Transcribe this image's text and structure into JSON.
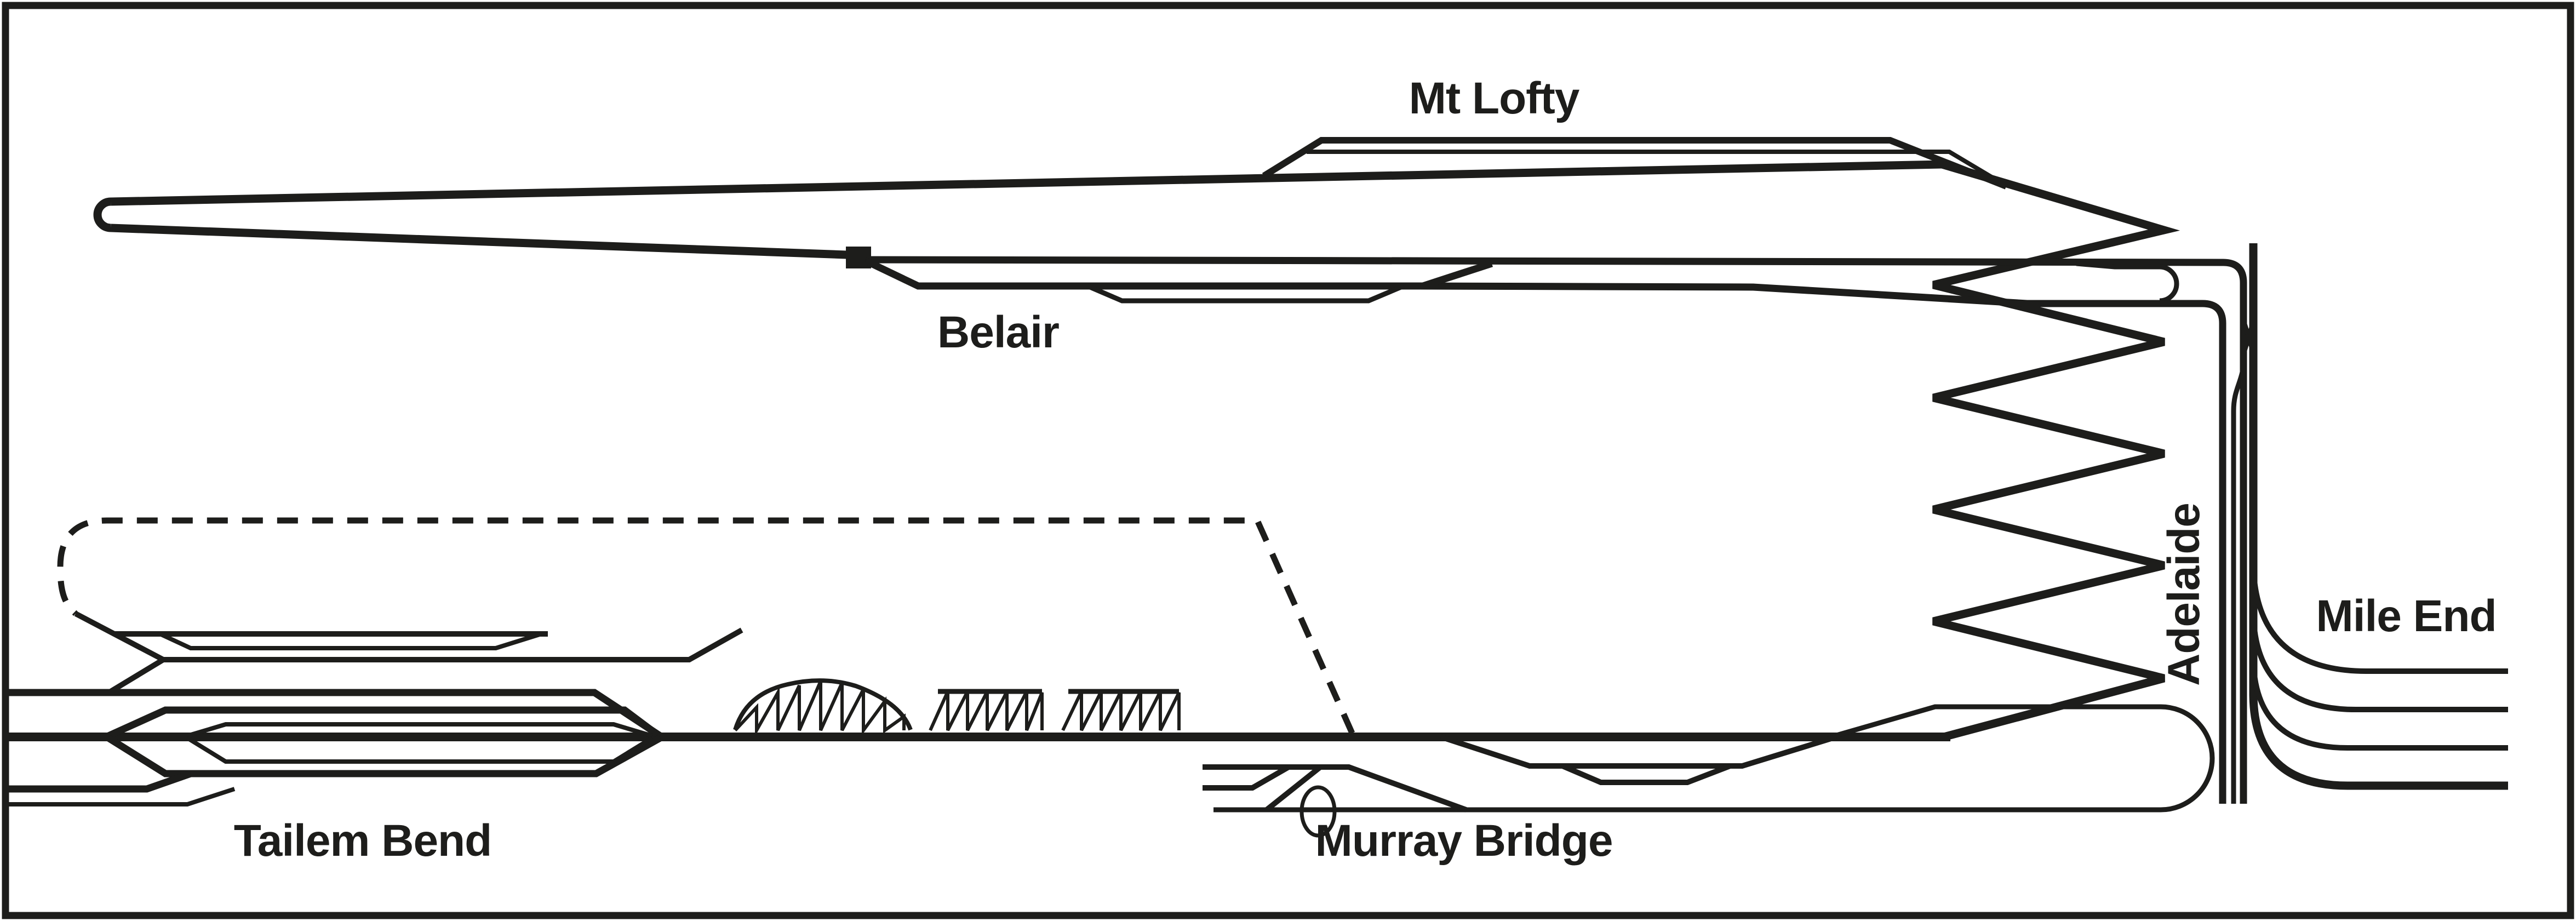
{
  "colors": {
    "ink": "#1d1d1b",
    "background": "#ffffff"
  },
  "stations": [
    {
      "id": "mt-lofty",
      "name": "Mt Lofty"
    },
    {
      "id": "belair",
      "name": "Belair"
    },
    {
      "id": "adelaide",
      "name": "Adelaide"
    },
    {
      "id": "mile-end",
      "name": "Mile End"
    },
    {
      "id": "tailem-bend",
      "name": "Tailem Bend"
    },
    {
      "id": "murray-bridge",
      "name": "Murray Bridge"
    }
  ],
  "icons": {
    "bridge": "truss-bridge-icon",
    "turntable": "turntable-icon",
    "closed_line_style": "dashed"
  }
}
